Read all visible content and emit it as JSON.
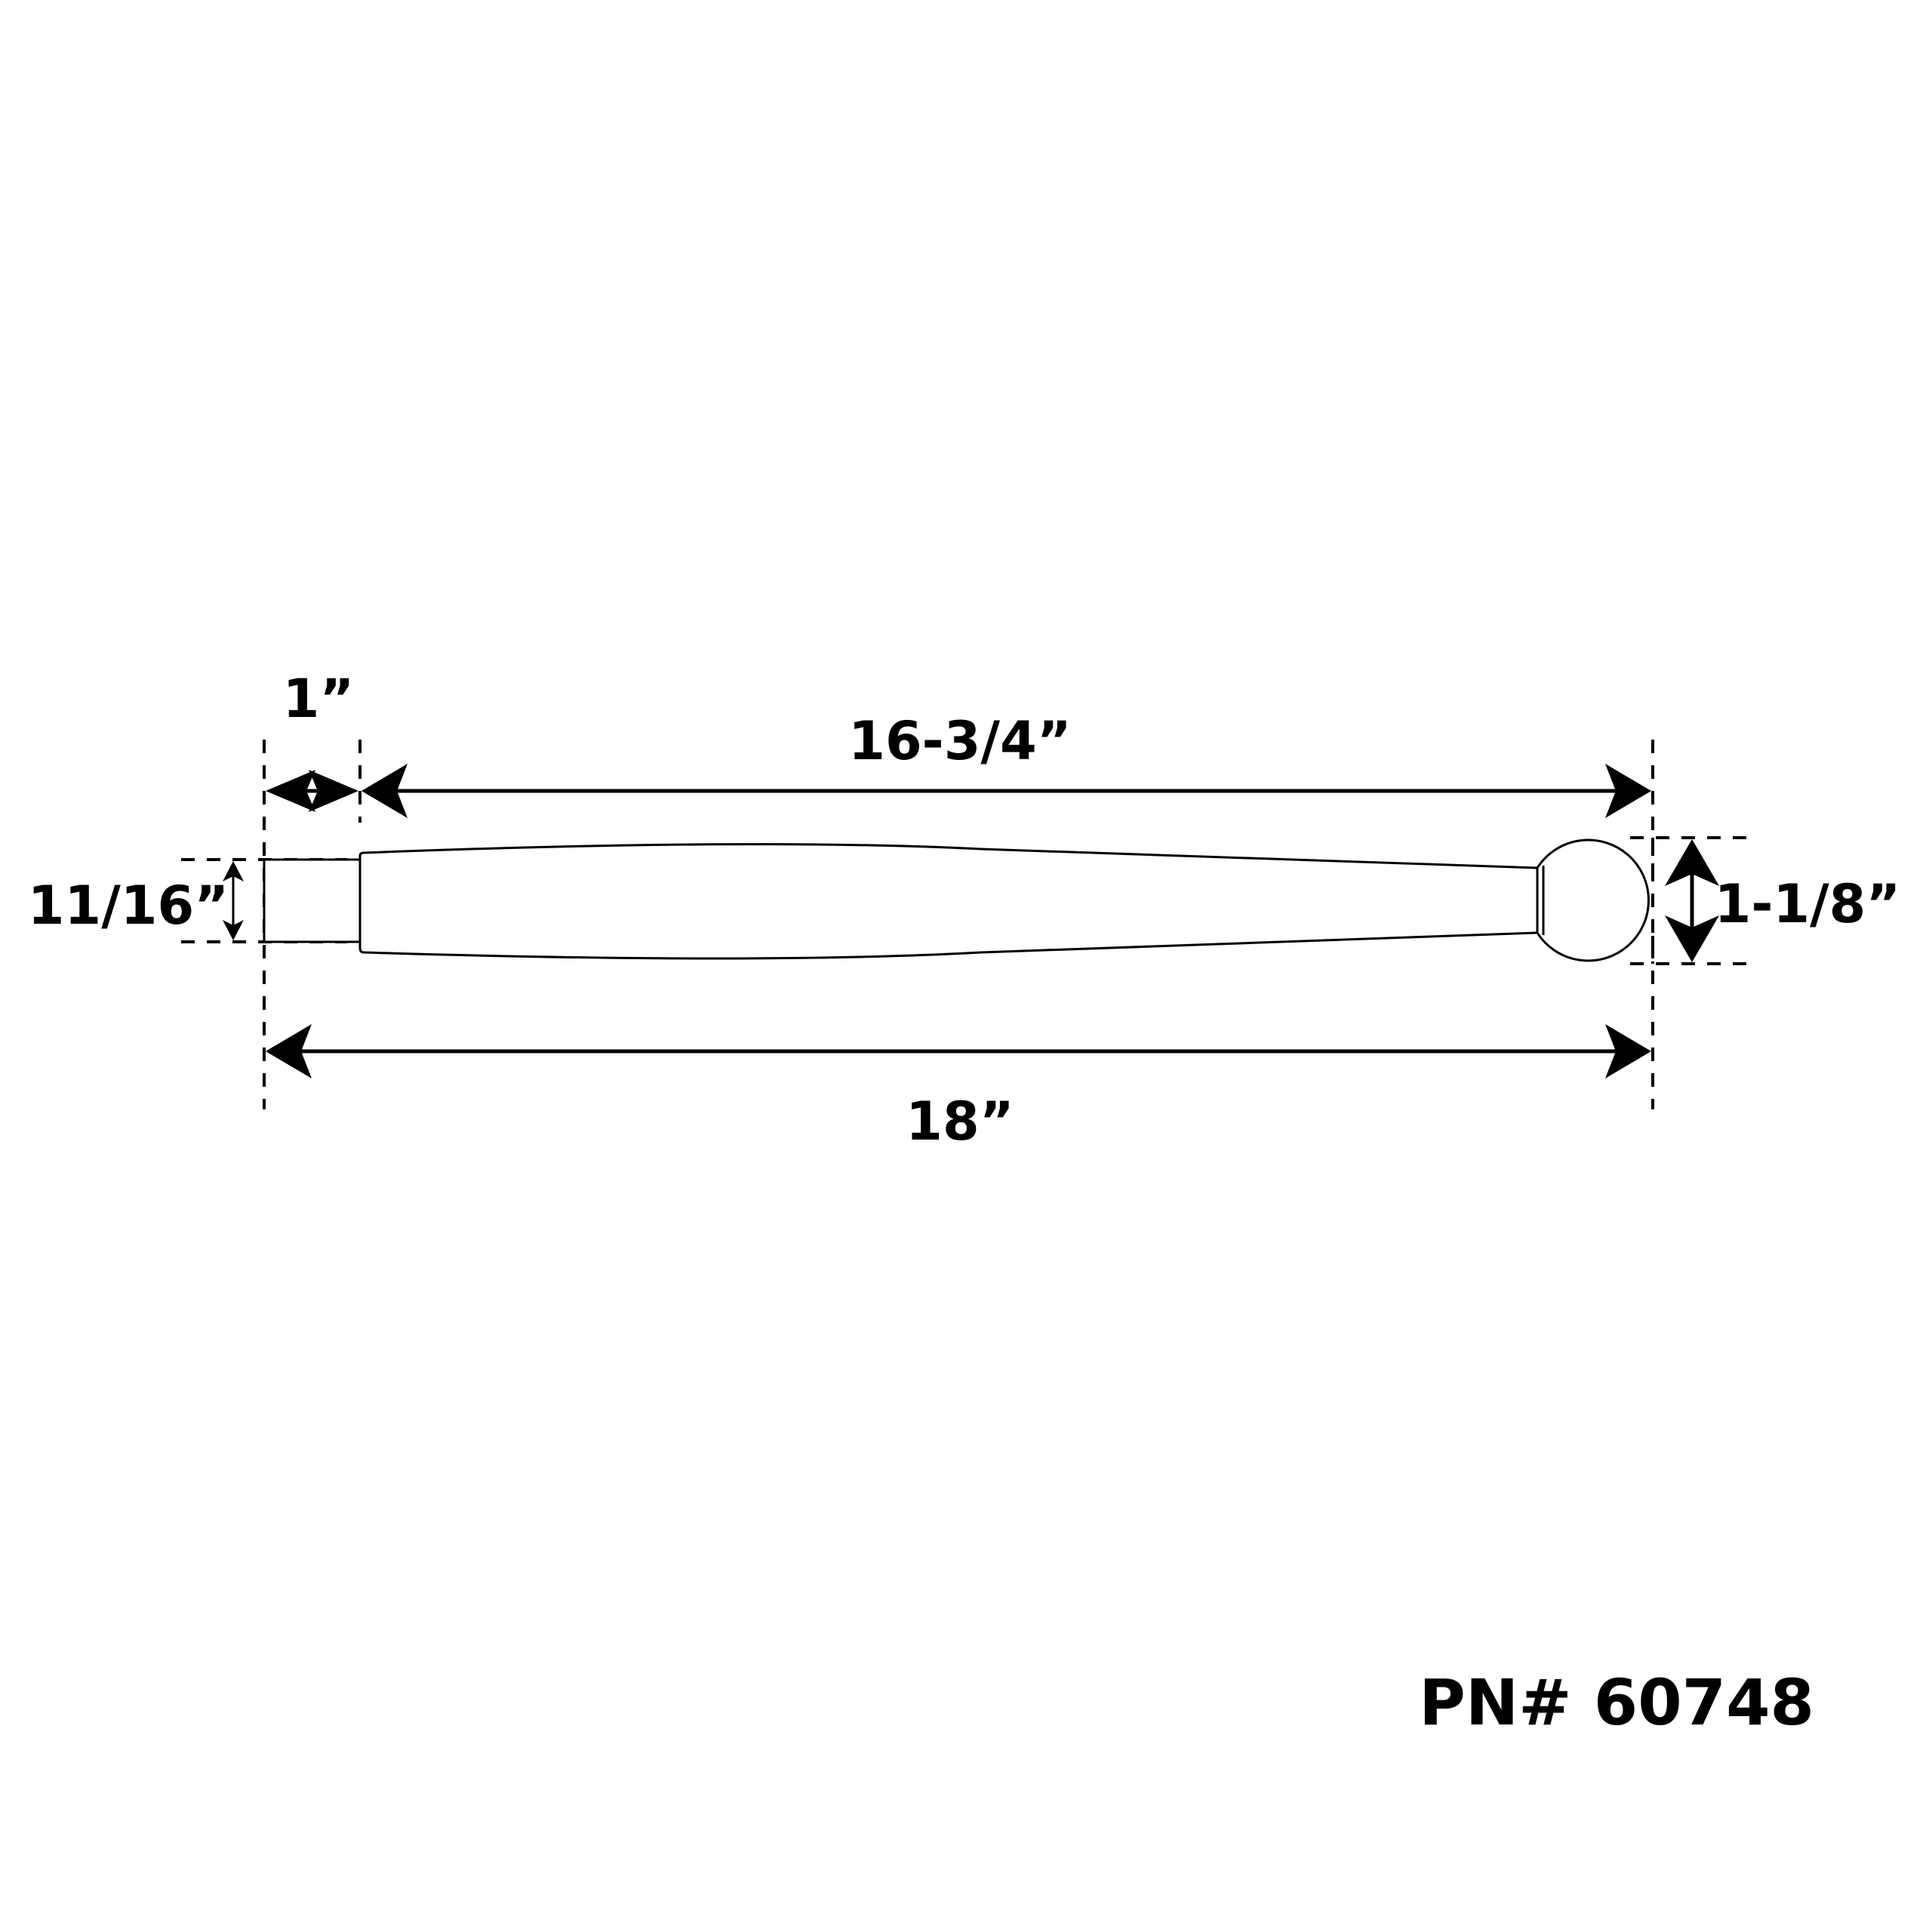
{
  "dimensions": {
    "tenon_length": "1”",
    "body_length": "16-3/4”",
    "overall_length": "18”",
    "tenon_diameter": "11/16”",
    "ball_diameter": "1-1/8”"
  },
  "part_number": "PN# 60748"
}
